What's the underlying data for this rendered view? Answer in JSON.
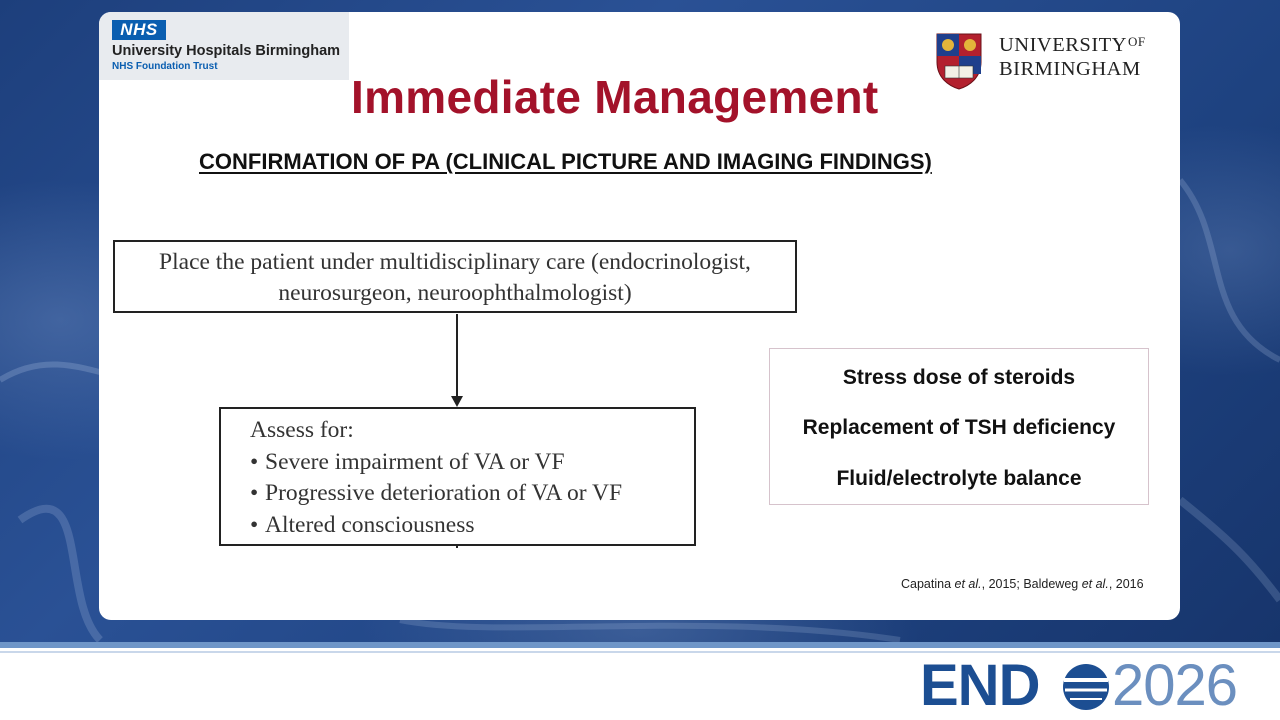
{
  "header": {
    "nhs_badge": "NHS",
    "nhs_name": "University Hospitals Birmingham",
    "nhs_trust": "NHS Foundation Trust",
    "uob_line1": "UNIVERSITY",
    "uob_of": "OF",
    "uob_line2": "BIRMINGHAM"
  },
  "slide": {
    "title": "Immediate Management",
    "subtitle": "CONFIRMATION OF PA (CLINICAL PICTURE AND IMAGING FINDINGS)"
  },
  "flowchart": {
    "box1_line1": "Place the patient under multidisciplinary care (endocrinologist,",
    "box1_line2": "neurosurgeon, neuroophthalmologist)",
    "box2_heading": "Assess for:",
    "box2_bullets": [
      "Severe impairment of VA or VF",
      "Progressive deterioration of VA or VF",
      "Altered consciousness"
    ]
  },
  "management_list": [
    "Stress dose of steroids",
    "Replacement of TSH deficiency",
    "Fluid/electrolyte balance"
  ],
  "citation": {
    "part1": "Capatina ",
    "etal1": "et al.",
    "part2": ", 2015; Baldeweg ",
    "etal2": "et al.",
    "part3": ", 2016"
  },
  "footer": {
    "endo_text": "END",
    "year_text": "2026"
  },
  "colors": {
    "title": "#a3122a",
    "nhs_blue": "#0a5eb0",
    "endo_blue": "#1c4e92",
    "endo_light": "#6b8fbf",
    "background": "#2a5195"
  }
}
